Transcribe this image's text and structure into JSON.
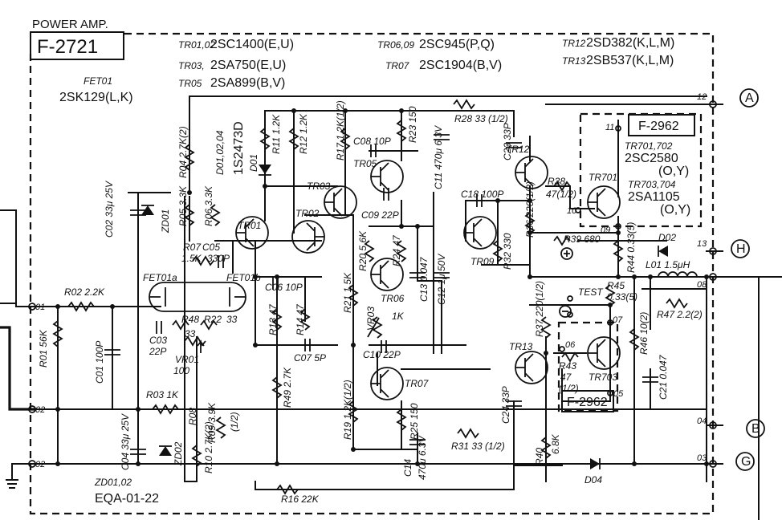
{
  "header": {
    "title": "POWER AMP.",
    "board_id": "F-2721"
  },
  "parts": {
    "tr0102": {
      "ref": "TR01,02",
      "type": "2SC1400(E,U)"
    },
    "tr03": {
      "ref": "TR03,",
      "type": "2SA750(E,U)"
    },
    "tr05": {
      "ref": "TR05",
      "type": "2SA899(B,V)"
    },
    "tr0609": {
      "ref": "TR06,09",
      "type": "2SC945(P,Q)"
    },
    "tr07": {
      "ref": "TR07",
      "type": "2SC1904(B,V)"
    },
    "tr12": {
      "ref": "TR12",
      "type": "2SD382(K,L,M)"
    },
    "tr13": {
      "ref": "TR13",
      "type": "2SB537(K,L,M)"
    },
    "fet01": {
      "ref": "FET01",
      "type": "2SK129(L,K)"
    }
  },
  "sub_boards": {
    "top": {
      "id": "F-2962",
      "tr_a_ref": "TR701,702",
      "tr_a_type": "2SC2580",
      "tr_a_rank": "(O,Y)",
      "tr_b_ref": "TR703,704",
      "tr_b_type": "2SA1105",
      "tr_b_rank": "(O,Y)",
      "tr_label": "TR701"
    },
    "bottom": {
      "id": "F-2962",
      "tr_label": "TR703"
    }
  },
  "nodes": {
    "n01": "01",
    "n02a": "02",
    "n02b": "02",
    "n12": "12",
    "n13": "13",
    "n08": "08",
    "n04": "04",
    "n03": "03",
    "n11": "11",
    "n10": "10",
    "n09": "09",
    "n06": "06",
    "n07": "07",
    "n05": "05"
  },
  "connectors": {
    "a": "A",
    "h": "H",
    "b": "B",
    "g": "G"
  },
  "labels": {
    "r02": "R02 2.2K",
    "r01": "R01 56K",
    "c01": "C01 100P",
    "r03": "R03 1K",
    "c02": "C02 33μ 25V",
    "zd01": "ZD01",
    "c04": "C04 33μ 25V",
    "zd02": "ZD02",
    "r04": "R04 2.7K(2)",
    "r05": "R05 3.3K",
    "r06": "R06 3.3K",
    "r07": "R07",
    "r07_value": "1.5K",
    "c05": "C05",
    "c05_value": "330P",
    "tr01": "TR01",
    "tr02": "TR02",
    "tr03": "TR03",
    "d010204": "D01,02,04",
    "diode_type": "1S2473D",
    "d01": "D01",
    "r11": "R11 1.2K",
    "r12": "R12 1.2K",
    "r17": "R17 1.2K(1/2)",
    "c08": "C08 10P",
    "tr05": "TR05",
    "c09": "C09 22P",
    "r23": "R23 150",
    "c11": "C11 470μ 6.3V",
    "r28": "R28 33 (1/2)",
    "c23": "C23 33P",
    "c06": "C06 10P",
    "r13": "R13 47",
    "r14": "R14 47",
    "c07": "C07 5P",
    "fet01a": "FET01a",
    "fet01b": "FET01b",
    "r48": "R48",
    "r22": "R22",
    "r48_value": "33",
    "r22_value": "33",
    "c03": "C03",
    "c03_value": "22P",
    "vr01": "VR01",
    "vr01_value": "100",
    "r49": "R49 2.7K",
    "r08": "R08",
    "r09": "R09 3.9K",
    "r09_watt": "(1/2)",
    "r10": "R10 2.7K(2)",
    "r16": "R16 22K",
    "zd0102": "ZD01,02",
    "zd_type": "EQA-01-22",
    "r20": "R20 5.6K",
    "r24": "R24 47",
    "r21": "R21 1.5K",
    "tr06": "TR06",
    "vr03": "VR03",
    "vr03_value": "1K",
    "c13": "C13 0.047",
    "c12": "C12 1μ 50V",
    "c10": "C10 22P",
    "tr07": "TR07",
    "r19": "R19 1.2K(1/2)",
    "r25": "R25 150",
    "c14": "C14",
    "c14_value": "470μ 6.3V",
    "c24": "C24 33P",
    "r31": "R31 33 (1/2)",
    "c18": "C18 100P",
    "tr09": "TR09",
    "r32": "R32 330",
    "tr12": "TR12",
    "r36": "R36 220(1/2)",
    "r38": "R38",
    "r38_value": "47(1/2)",
    "r39": "R39 680",
    "r44": "R44 0.33(5)",
    "d02": "D02",
    "l01": "L01 1.5μH",
    "r47": "R47 2.2(2)",
    "test": "TEST",
    "r45": "R45",
    "r45_value": "0.33(5)",
    "r37": "R37 220(1/2)",
    "tr13": "TR13",
    "r43": "R43",
    "r43_value": "47",
    "r43_watt": "(1/2)",
    "r46": "R46 10(2)",
    "c21": "C21 0.047",
    "r40": "R40",
    "r40_value": "6.8K",
    "d04": "D04"
  }
}
